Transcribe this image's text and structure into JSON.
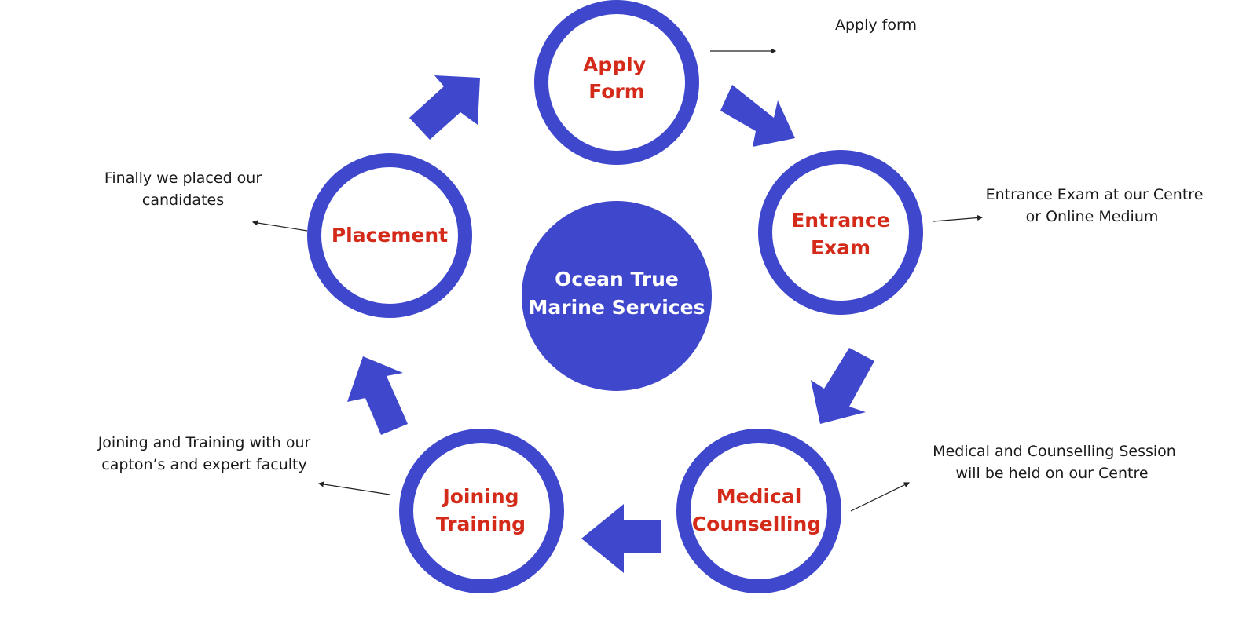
{
  "hub": {
    "title_line1": "Ocean True",
    "title_line2": "Marine Services",
    "color": "#3f48cc"
  },
  "colors": {
    "ring": "#3f48cc",
    "step_label": "#d42a1a",
    "arrow": "#3f48cc",
    "note_text": "#1a1a1a"
  },
  "steps": [
    {
      "id": "apply-form",
      "line1": "Apply",
      "line2": "Form",
      "note_line1": "Apply form",
      "note_line2": ""
    },
    {
      "id": "entrance-exam",
      "line1": "Entrance",
      "line2": "Exam",
      "note_line1": "Entrance Exam at our Centre",
      "note_line2": "or Online Medium"
    },
    {
      "id": "medical-counselling",
      "line1": "Medical",
      "line2": "Counselling",
      "note_line1": "Medical and Counselling Session",
      "note_line2": "will be held on our Centre"
    },
    {
      "id": "joining-training",
      "line1": "Joining",
      "line2": "Training",
      "note_line1": "Joining and Training with our",
      "note_line2": "capton’s and expert faculty"
    },
    {
      "id": "placement",
      "line1": "Placement",
      "line2": "",
      "note_line1": "Finally we placed our",
      "note_line2": "candidates"
    }
  ],
  "flow": [
    {
      "from": "apply-form",
      "to": "entrance-exam",
      "icon": "arrow-down-right-icon"
    },
    {
      "from": "entrance-exam",
      "to": "medical-counselling",
      "icon": "arrow-down-left-icon"
    },
    {
      "from": "medical-counselling",
      "to": "joining-training",
      "icon": "arrow-left-icon"
    },
    {
      "from": "joining-training",
      "to": "placement",
      "icon": "arrow-up-icon"
    },
    {
      "from": "placement",
      "to": "apply-form",
      "icon": "arrow-up-right-icon"
    }
  ]
}
